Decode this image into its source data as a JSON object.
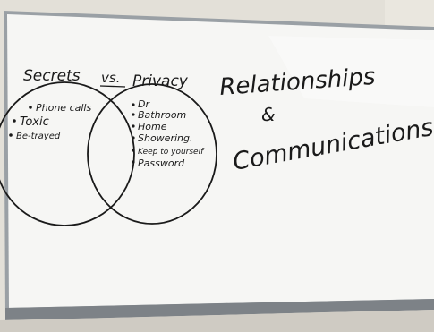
{
  "board": {
    "heading_left": "Secrets",
    "heading_vs": "vs.",
    "heading_right": "Privacy",
    "secrets_items": [
      "Phone calls",
      "Toxic",
      "Be-trayed"
    ],
    "privacy_items": [
      "Dr",
      "Bathroom",
      "Home",
      "Showering.",
      "Keep to yourself",
      "Password"
    ],
    "title_line1": "Relationships",
    "title_line2": "&",
    "title_line3": "Communications"
  },
  "colors": {
    "marker": "#1a1a1a",
    "board_surface": "#f7f7f5",
    "frame": "#8b8f93",
    "wall": "#e8e5de"
  }
}
